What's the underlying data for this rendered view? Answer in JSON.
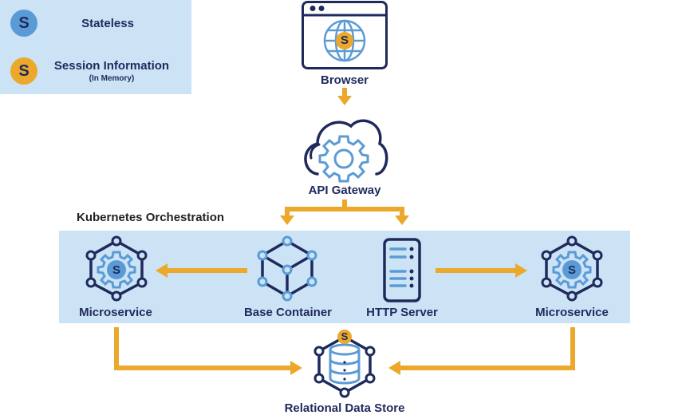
{
  "legend": {
    "items": [
      {
        "badge_letter": "S",
        "label": "Stateless",
        "sublabel": "",
        "color": "#5b9bd5"
      },
      {
        "badge_letter": "S",
        "label": "Session Information",
        "sublabel": "(In Memory)",
        "color": "#eba82a"
      }
    ]
  },
  "nodes": {
    "browser": {
      "label": "Browser",
      "badge": "S",
      "icon": "browser-window-globe-icon"
    },
    "api_gateway": {
      "label": "API Gateway",
      "icon": "cloud-gear-icon"
    },
    "base_container": {
      "label": "Base Container",
      "icon": "cube-network-icon"
    },
    "http_server": {
      "label": "HTTP Server",
      "icon": "server-icon"
    },
    "microservice_left": {
      "label": "Microservice",
      "badge": "S",
      "icon": "hexagon-gear-icon"
    },
    "microservice_right": {
      "label": "Microservice",
      "badge": "S",
      "icon": "hexagon-gear-icon"
    },
    "data_store": {
      "label": "Relational Data Store",
      "badge": "S",
      "icon": "hexagon-database-icon"
    }
  },
  "groups": {
    "kubernetes": {
      "title": "Kubernetes Orchestration"
    }
  },
  "edges": [
    {
      "from": "browser",
      "to": "api_gateway"
    },
    {
      "from": "api_gateway",
      "to": "base_container"
    },
    {
      "from": "api_gateway",
      "to": "http_server"
    },
    {
      "from": "base_container",
      "to": "microservice_left"
    },
    {
      "from": "http_server",
      "to": "microservice_right"
    },
    {
      "from": "microservice_left",
      "to": "data_store"
    },
    {
      "from": "microservice_right",
      "to": "data_store"
    }
  ],
  "colors": {
    "navy": "#1f2a5c",
    "light_blue": "#5b9bd5",
    "panel": "#cce3f6",
    "arrow": "#eba82a"
  }
}
